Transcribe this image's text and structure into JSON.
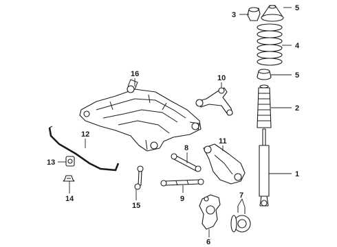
{
  "diagram": {
    "callouts": [
      {
        "id": "1",
        "label": "1"
      },
      {
        "id": "2",
        "label": "2"
      },
      {
        "id": "3",
        "label": "3"
      },
      {
        "id": "4",
        "label": "4"
      },
      {
        "id": "5a",
        "label": "5"
      },
      {
        "id": "5b",
        "label": "5"
      },
      {
        "id": "6",
        "label": "6"
      },
      {
        "id": "7",
        "label": "7"
      },
      {
        "id": "8",
        "label": "8"
      },
      {
        "id": "9",
        "label": "9"
      },
      {
        "id": "10",
        "label": "10"
      },
      {
        "id": "11",
        "label": "11"
      },
      {
        "id": "12",
        "label": "12"
      },
      {
        "id": "13",
        "label": "13"
      },
      {
        "id": "14",
        "label": "14"
      },
      {
        "id": "15",
        "label": "15"
      },
      {
        "id": "16",
        "label": "16"
      }
    ]
  }
}
